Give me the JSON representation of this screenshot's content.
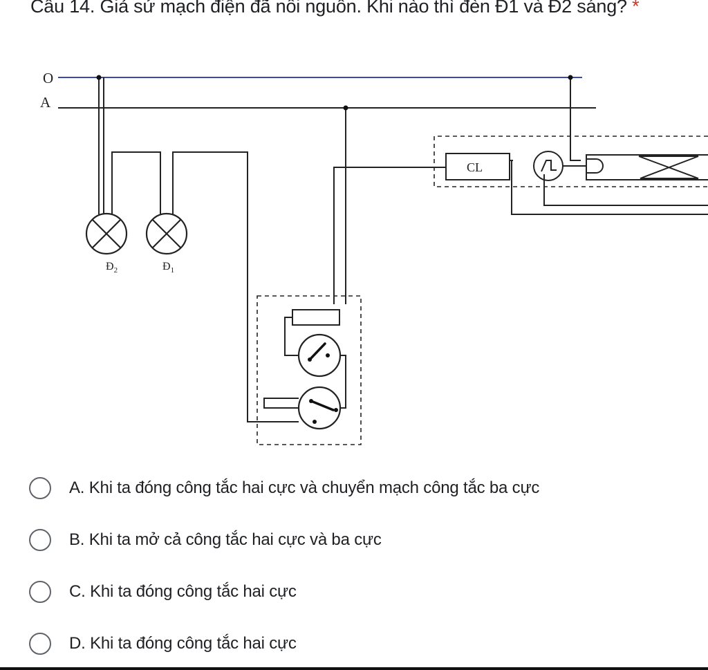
{
  "question": {
    "title": "Câu 14. Giả sử mạch điện đã nối nguồn. Khi nào thì đèn Đ1 và Đ2 sáng?",
    "required_mark": "*"
  },
  "diagram": {
    "label_neutral": "O",
    "label_phase": "A",
    "ammeter_label": "CL",
    "lamp_2_base": "Đ",
    "lamp_2_sub": "2",
    "lamp_1_base": "Đ",
    "lamp_1_sub": "1"
  },
  "options": [
    {
      "label": "A. Khi ta đóng công tắc hai cực và chuyển mạch công tắc ba cực"
    },
    {
      "label": "B. Khi ta mở cả công tắc hai cực và ba cực"
    },
    {
      "label": "C. Khi ta đóng công tắc hai cực"
    },
    {
      "label": "D. Khi ta đóng công tắc hai cực"
    }
  ]
}
